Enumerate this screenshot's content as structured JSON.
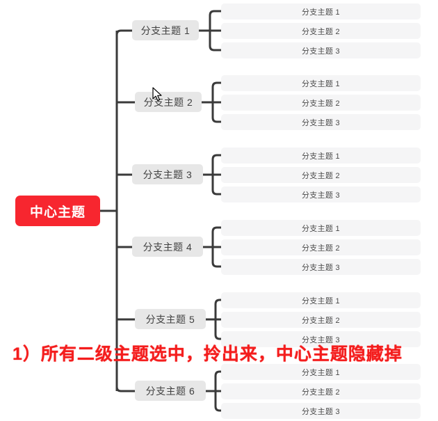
{
  "diagram": {
    "type": "mind-map",
    "orientation": "left-to-right",
    "central": {
      "label": "中心主题",
      "color": "#f7262f",
      "text_color": "#ffffff"
    },
    "branch_node_color": "#e7e7e7",
    "leaf_node_color": "#f5f5f6",
    "connector_color": "#3a3a3a",
    "branches": [
      {
        "label": "分支主题 1",
        "leaves": [
          "分支主题 1",
          "分支主题 2",
          "分支主题 3"
        ]
      },
      {
        "label": "分支主题 2",
        "leaves": [
          "分支主题 1",
          "分支主题 2",
          "分支主题 3"
        ]
      },
      {
        "label": "分支主题 3",
        "leaves": [
          "分支主题 1",
          "分支主题 2",
          "分支主题 3"
        ]
      },
      {
        "label": "分支主题 4",
        "leaves": [
          "分支主题 1",
          "分支主题 2",
          "分支主题 3"
        ]
      },
      {
        "label": "分支主题 5",
        "leaves": [
          "分支主题 1",
          "分支主题 2",
          "分支主题 3"
        ]
      },
      {
        "label": "分支主题 6",
        "leaves": [
          "分支主题 1",
          "分支主题 2",
          "分支主题 3"
        ]
      }
    ]
  },
  "annotation": {
    "text": "1）所有二级主题选中，拎出来，中心主题隐藏掉",
    "color": "#f41d1d"
  },
  "cursor": {
    "icon": "mouse-pointer-icon"
  }
}
